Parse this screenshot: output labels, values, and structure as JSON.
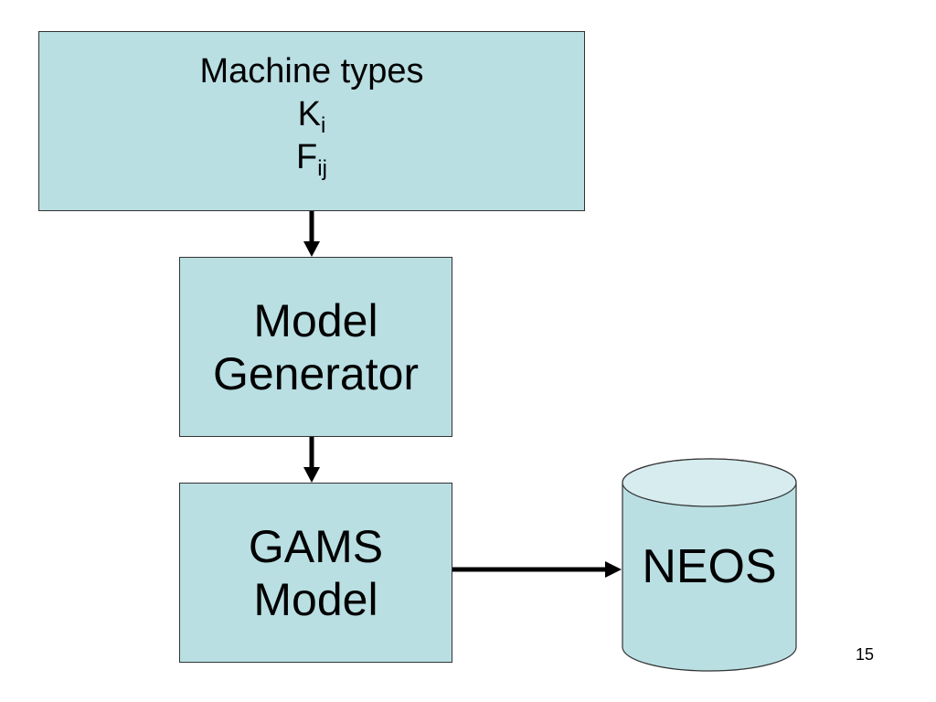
{
  "input_box": {
    "line1": "Machine types",
    "sym1_base": "K",
    "sym1_sub": "i",
    "sym2_base": "F",
    "sym2_sub": "ij"
  },
  "generator_box": {
    "line1": "Model",
    "line2": "Generator"
  },
  "gams_box": {
    "line1": "GAMS",
    "line2": "Model"
  },
  "neos": {
    "label": "NEOS"
  },
  "page_number": "15",
  "colors": {
    "box_fill": "#b9dfe3",
    "cylinder_top": "#d6ecef",
    "arrow": "#000000"
  }
}
